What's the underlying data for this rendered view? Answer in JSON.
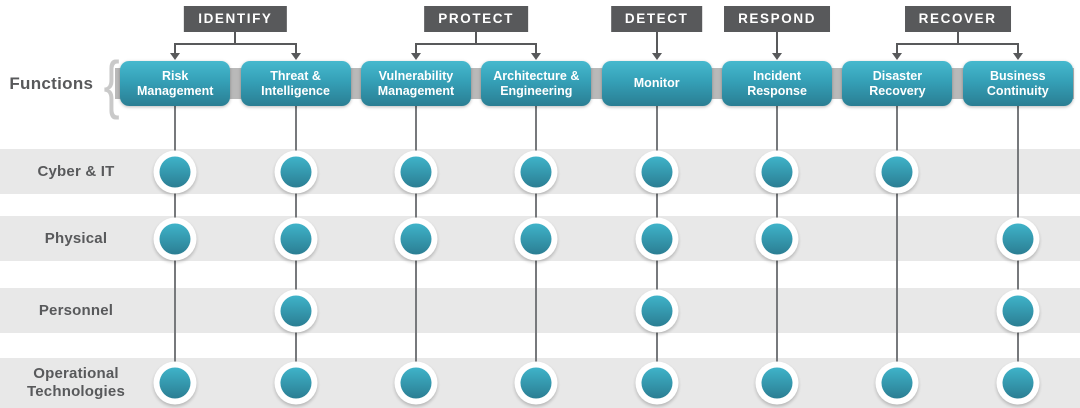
{
  "left": {
    "functions_label": "Functions"
  },
  "icons": {
    "left_brace": "{"
  },
  "phases": [
    {
      "label": "IDENTIFY",
      "maps_to": [
        "Risk Management",
        "Threat & Intelligence"
      ]
    },
    {
      "label": "PROTECT",
      "maps_to": [
        "Vulnerability Management",
        "Architecture & Engineering"
      ]
    },
    {
      "label": "DETECT",
      "maps_to": [
        "Monitor"
      ]
    },
    {
      "label": "RESPOND",
      "maps_to": [
        "Incident Response"
      ]
    },
    {
      "label": "RECOVER",
      "maps_to": [
        "Disaster Recovery",
        "Business Continuity"
      ]
    }
  ],
  "functions": [
    {
      "label": "Risk Management"
    },
    {
      "label": "Threat & Intelligence"
    },
    {
      "label": "Vulnerability Management"
    },
    {
      "label": "Architecture & Engineering"
    },
    {
      "label": "Monitor"
    },
    {
      "label": "Incident Response"
    },
    {
      "label": "Disaster Recovery"
    },
    {
      "label": "Business Continuity"
    }
  ],
  "matrix": {
    "rows": [
      {
        "label": "Cyber & IT",
        "dots": [
          1,
          1,
          1,
          1,
          1,
          1,
          1,
          0
        ]
      },
      {
        "label": "Physical",
        "dots": [
          1,
          1,
          1,
          1,
          1,
          1,
          0,
          1
        ]
      },
      {
        "label": "Personnel",
        "dots": [
          0,
          1,
          0,
          0,
          1,
          0,
          0,
          1
        ]
      },
      {
        "label": "Operational Technologies",
        "dots": [
          1,
          1,
          1,
          1,
          1,
          1,
          1,
          1
        ]
      }
    ]
  },
  "colors": {
    "phase_box": "#58595b",
    "function_teal_top": "#46b9ce",
    "function_teal_bottom": "#2a7e93",
    "functions_bar_gray": "#b9b9b9",
    "row_band_gray": "#e8e8e8",
    "text_dark": "#58595b"
  }
}
